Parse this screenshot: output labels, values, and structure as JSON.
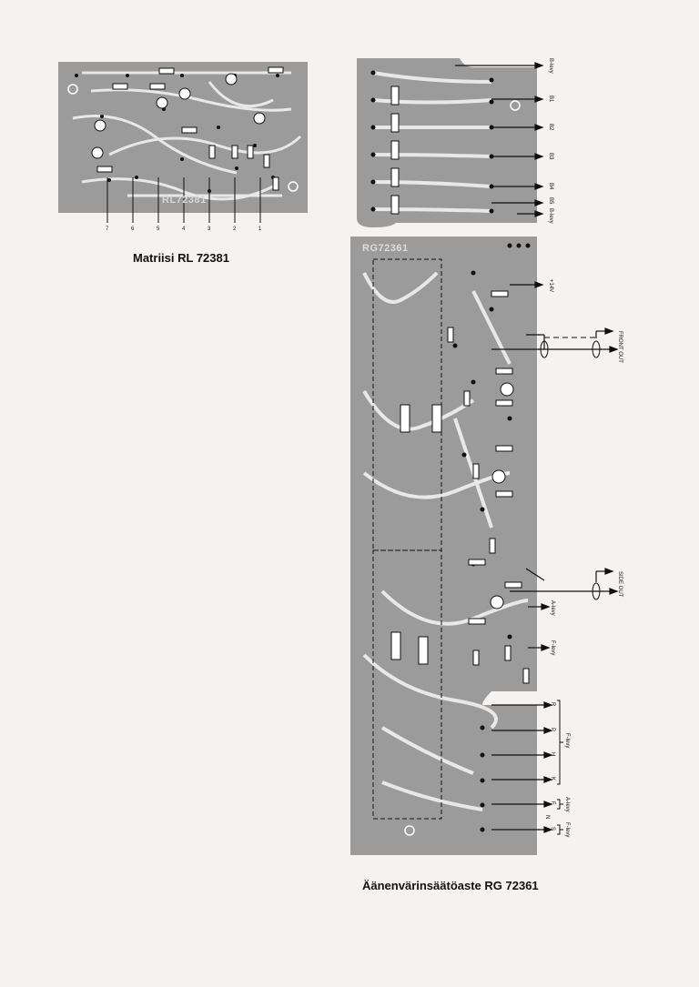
{
  "matrix_board": {
    "board_label": "RL72381",
    "caption": "Matriisi RL 72381",
    "pins": [
      "7",
      "6",
      "5",
      "4",
      "3",
      "2",
      "1"
    ]
  },
  "tone_board": {
    "board_label": "RG72361",
    "caption": "Äänenvärinsäätöaste RG 72361",
    "top_outputs": [
      "B-levy",
      "B1",
      "B2",
      "B3",
      "B4",
      "B5",
      "B-levy"
    ],
    "supply_label": "+14V",
    "front_out": "FRONT OUT",
    "side_out": "SIDE OUT",
    "a_levy": "A-levy",
    "f_levy": "F-levy",
    "bottom_outputs": [
      "R",
      "P",
      "H",
      "K"
    ],
    "bottom_group_label": "F-levy",
    "f_label": "F",
    "f_group_label": "A-levy",
    "n_label": "N",
    "s_label": "S",
    "s_group_label": "F-levy"
  }
}
